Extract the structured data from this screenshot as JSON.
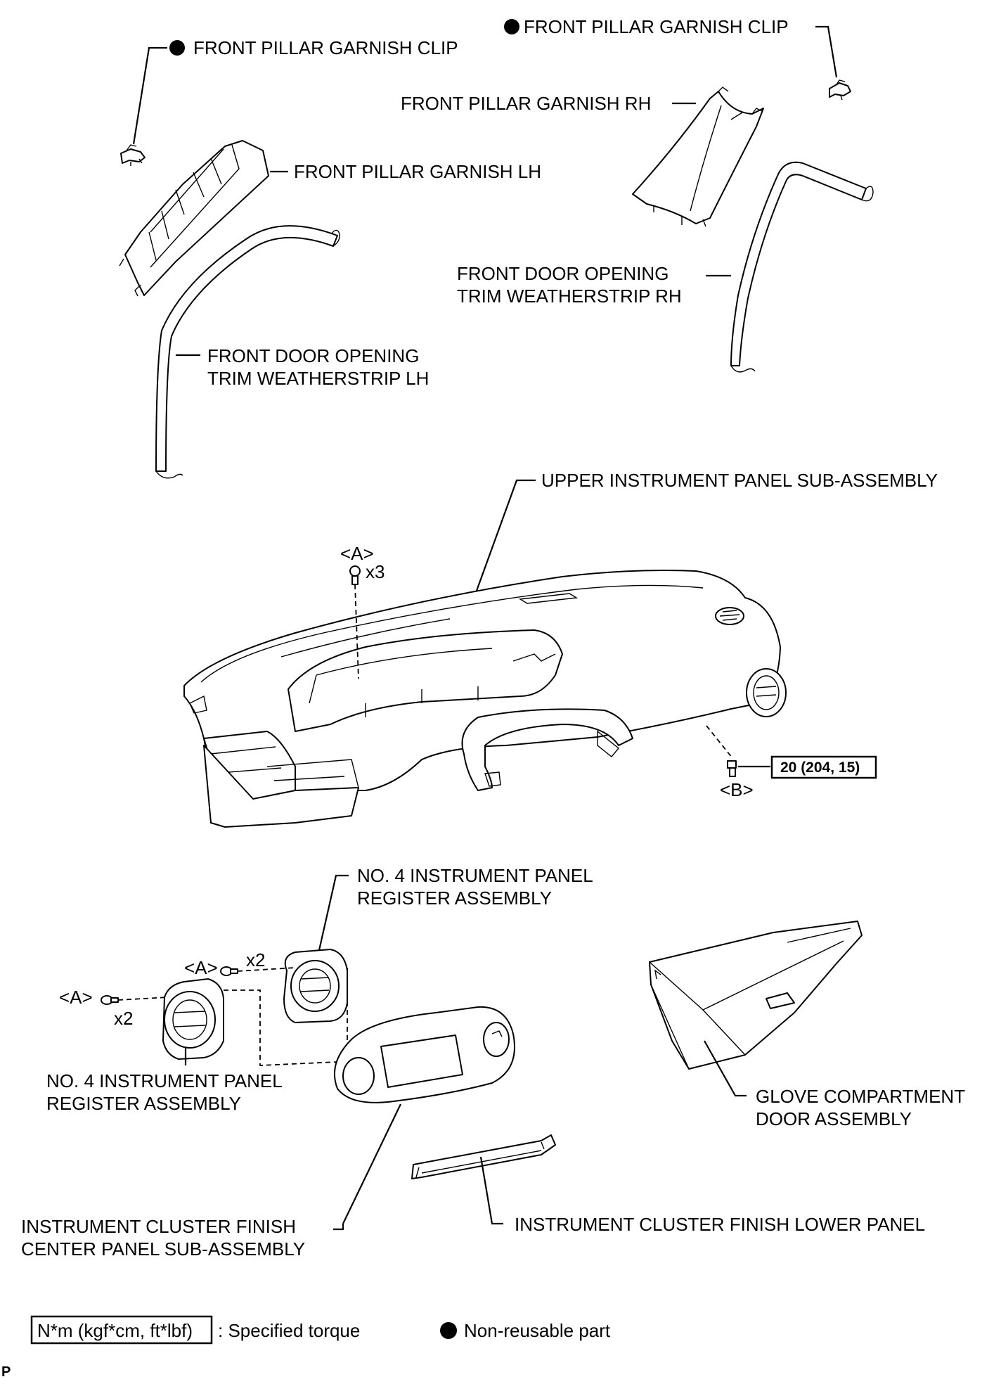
{
  "labels": {
    "clip_lh": "FRONT PILLAR GARNISH CLIP",
    "clip_rh": "FRONT PILLAR GARNISH CLIP",
    "garnish_rh": "FRONT PILLAR GARNISH RH",
    "garnish_lh": "FRONT PILLAR GARNISH LH",
    "weatherstrip_rh": [
      "FRONT DOOR OPENING",
      "TRIM WEATHERSTRIP RH"
    ],
    "weatherstrip_lh": [
      "FRONT DOOR OPENING",
      "TRIM WEATHERSTRIP LH"
    ],
    "upper_panel": "UPPER INSTRUMENT PANEL SUB-ASSEMBLY",
    "register_upper": [
      "NO. 4 INSTRUMENT PANEL",
      "REGISTER ASSEMBLY"
    ],
    "register_lower": [
      "NO. 4 INSTRUMENT PANEL",
      "REGISTER ASSEMBLY"
    ],
    "glove": [
      "GLOVE COMPARTMENT",
      "DOOR ASSEMBLY"
    ],
    "center_panel": [
      "INSTRUMENT CLUSTER FINISH",
      "CENTER PANEL SUB-ASSEMBLY"
    ],
    "lower_panel": "INSTRUMENT CLUSTER FINISH LOWER PANEL"
  },
  "fasteners": {
    "a_top": "<A>",
    "a_top_count": "x3",
    "b": "<B>",
    "torque_b": "20 (204, 15)",
    "a_mid": "<A>",
    "a_mid_count": "x2",
    "a_left": "<A>",
    "a_left_count": "x2"
  },
  "legend": {
    "torque_box": "N*m (kgf*cm, ft*lbf)",
    "torque_text": ": Specified torque",
    "nonreusable_text": "Non-reusable part"
  },
  "corner_mark": "P",
  "icons": {
    "non_reusable": "filled-circle-icon"
  }
}
